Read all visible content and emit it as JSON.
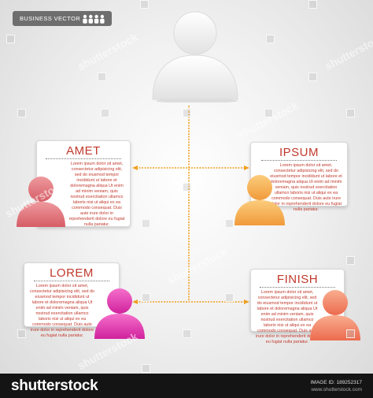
{
  "badge": {
    "label": "BUSINESS VECTOR"
  },
  "top_figure": {
    "color": "#f4f4f4"
  },
  "cards": [
    {
      "id": "amet",
      "title": "AMET",
      "title_color": "#c0392b",
      "body": "Lorem ipsum dolor sit amet, consectetur adipisicing elit, sed do eiusmod tempor incididunt ut labore et doloremagna aliqua Ut enim ad minim veniam, quis nostrud exercitation ullamco laboris nisi ut aliqui ex ea commodo consequat. Duis aute irure dolor in reprehenderit dolore eu fugiat nulla pariatur.",
      "figure_color": "#e07b80"
    },
    {
      "id": "ipsum",
      "title": "IPSUM",
      "title_color": "#c0392b",
      "body": "Lorem ipsum dolor sit amet, consectetur adipisicing elit, sed do eiusmod tempor incididunt ut labore et doloremagna aliqua Ut enim ad minim veniam, quis nostrud exercitation ullamco laboris nisi ut aliqui ex ea commodo consequat. Duis aute irure dolor in reprehenderit dolore eu fugiat nulla pariatur.",
      "figure_color": "#f7b25a"
    },
    {
      "id": "lorem",
      "title": "LOREM",
      "title_color": "#c0392b",
      "body": "Lorem ipsum dolor sit amet, consectetur adipisicing elit, sed do eiusmod tempor incididunt ut labore et doloremagna aliqua Ut enim ad minim veniam, quis nostrud exercitation ullamco laboris nisi ut aliqui ex ea commodo consequat. Duis aute irure dolor in reprehenderit dolore eu fugiat nulla pariatur.",
      "figure_color": "#e93fb3"
    },
    {
      "id": "finish",
      "title": "FINISH",
      "title_color": "#c0392b",
      "body": "Lorem ipsum dolor sit amet, consectetur adipisicing elit, sed do eiusmod tempor incididunt ut labore et doloremagna aliqua Ut enim ad minim veniam, quis nostrud exercitation ullamco laboris nisi ut aliqui ex ea commodo consequat. Duis aute irure dolor in reprehenderit dolore eu fugiat nulla pariatur.",
      "figure_color": "#f48a6a"
    }
  ],
  "connector": {
    "color": "#f0a020"
  },
  "watermark": {
    "text": "shutterstock"
  },
  "footer": {
    "brand": "shutterstock",
    "image_id": "IMAGE ID: 189252317",
    "site": "www.shutterstock.com"
  }
}
